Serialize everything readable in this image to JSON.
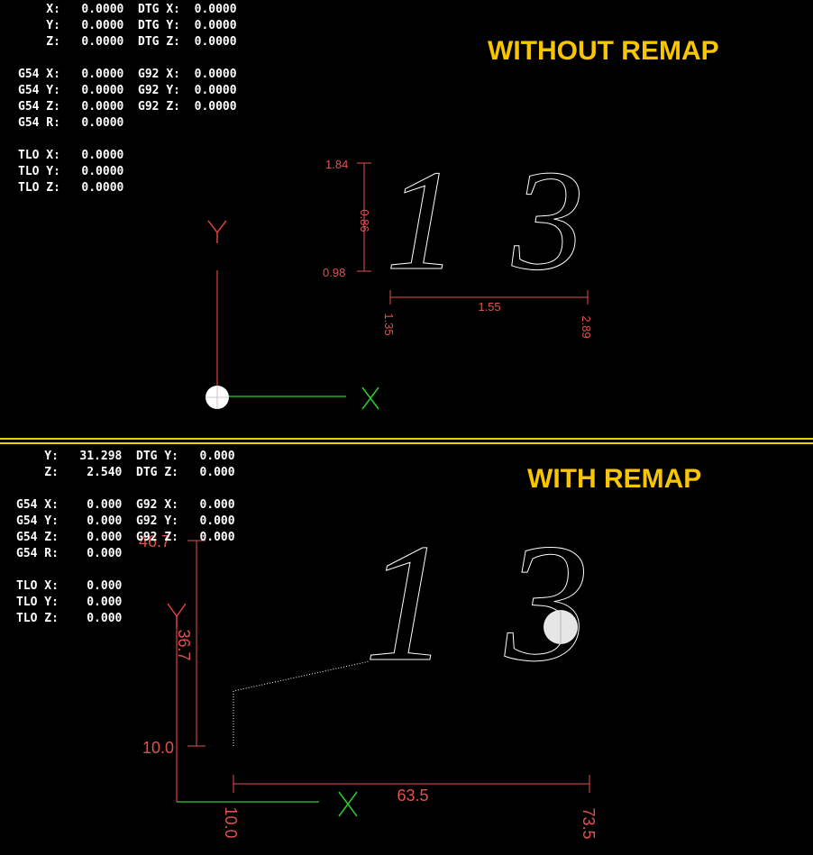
{
  "top": {
    "banner": "WITHOUT REMAP",
    "dro": [
      [
        "",
        "X:",
        "0.0000",
        "DTG X:",
        "0.0000"
      ],
      [
        "",
        "Y:",
        "0.0000",
        "DTG Y:",
        "0.0000"
      ],
      [
        "",
        "Z:",
        "0.0000",
        "DTG Z:",
        "0.0000"
      ],
      null,
      [
        "G54",
        "X:",
        "0.0000",
        "G92 X:",
        "0.0000"
      ],
      [
        "G54",
        "Y:",
        "0.0000",
        "G92 Y:",
        "0.0000"
      ],
      [
        "G54",
        "Z:",
        "0.0000",
        "G92 Z:",
        "0.0000"
      ],
      [
        "G54",
        "R:",
        "0.0000",
        "",
        ""
      ],
      null,
      [
        "TLO",
        "X:",
        "0.0000",
        "",
        ""
      ],
      [
        "TLO",
        "Y:",
        "0.0000",
        "",
        ""
      ],
      [
        "TLO",
        "Z:",
        "0.0000",
        "",
        ""
      ]
    ],
    "dims": {
      "y_max": "1.84",
      "y_span": "0.86",
      "y_min": "0.98",
      "x_min": "1.35",
      "x_span": "1.55",
      "x_max": "2.89"
    },
    "axis": {
      "x": "X",
      "y": "Y"
    },
    "glyphs": [
      "1",
      "3"
    ]
  },
  "bottom": {
    "banner": "WITH REMAP",
    "dro": [
      [
        "",
        "Y:",
        "31.298",
        "DTG Y:",
        "0.000"
      ],
      [
        "",
        "Z:",
        "2.540",
        "DTG Z:",
        "0.000"
      ],
      null,
      [
        "G54",
        "X:",
        "0.000",
        "G92 X:",
        "0.000"
      ],
      [
        "G54",
        "Y:",
        "0.000",
        "G92 Y:",
        "0.000"
      ],
      [
        "G54",
        "Z:",
        "0.000",
        "G92 Z:",
        "0.000"
      ],
      [
        "G54",
        "R:",
        "0.000",
        "",
        ""
      ],
      null,
      [
        "TLO",
        "X:",
        "0.000",
        "",
        ""
      ],
      [
        "TLO",
        "Y:",
        "0.000",
        "",
        ""
      ],
      [
        "TLO",
        "Z:",
        "0.000",
        "",
        ""
      ]
    ],
    "dims": {
      "y_max": "46.7",
      "y_span": "36.7",
      "y_min": "10.0",
      "x_min": "10.0",
      "x_span": "63.5",
      "x_max": "73.5"
    },
    "axis": {
      "x": "X",
      "y": "Y"
    },
    "glyphs": [
      "1",
      "3"
    ]
  },
  "colors": {
    "banner": "#f7c600",
    "divider": "#f0d000",
    "dimension": "#e35050",
    "x_axis": "#2bd12b",
    "y_axis": "#e04040",
    "toolpath": "#ffffff"
  }
}
